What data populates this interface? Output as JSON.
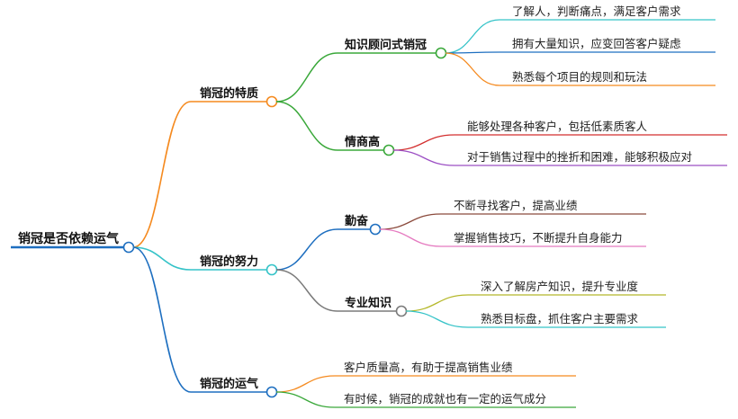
{
  "root": {
    "label": "销冠是否依赖运气"
  },
  "branches": [
    {
      "label": "销冠的特质",
      "color": "#f58a1f",
      "children": [
        {
          "label": "知识顾问式销冠",
          "color": "#3aa83a",
          "leaves": [
            {
              "label": "了解人，判断痛点，满足客户需求",
              "color": "#35c3c8"
            },
            {
              "label": "拥有大量知识，应变回答客户疑虑",
              "color": "#1e6fc0"
            },
            {
              "label": "熟悉每个项目的规则和玩法",
              "color": "#f58a1f"
            }
          ]
        },
        {
          "label": "情商高",
          "color": "#3aa83a",
          "leaves": [
            {
              "label": "能够处理各种客户，包括低素质客人",
              "color": "#d32f2f"
            },
            {
              "label": "对于销售过程中的挫折和困难，能够积极应对",
              "color": "#9c4fc4"
            }
          ]
        }
      ]
    },
    {
      "label": "销冠的努力",
      "color": "#35c3c8",
      "children": [
        {
          "label": "勤奋",
          "color": "#1e6fc0",
          "leaves": [
            {
              "label": "不断寻找客户，提高业绩",
              "color": "#8b4a3c"
            },
            {
              "label": "掌握销售技巧，不断提升自身能力",
              "color": "#e57ac0"
            }
          ]
        },
        {
          "label": "专业知识",
          "color": "#7a7a7a",
          "leaves": [
            {
              "label": "深入了解房产知识，提升专业度",
              "color": "#b5b82a"
            },
            {
              "label": "熟悉目标盘，抓住客户主要需求",
              "color": "#35c3c8"
            }
          ]
        }
      ]
    },
    {
      "label": "销冠的运气",
      "color": "#1e6fc0",
      "leaves": [
        {
          "label": "客户质量高，有助于提高销售业绩",
          "color": "#f58a1f"
        },
        {
          "label": "有时候，销冠的成就也有一定的运气成分",
          "color": "#3aa83a"
        }
      ]
    }
  ]
}
